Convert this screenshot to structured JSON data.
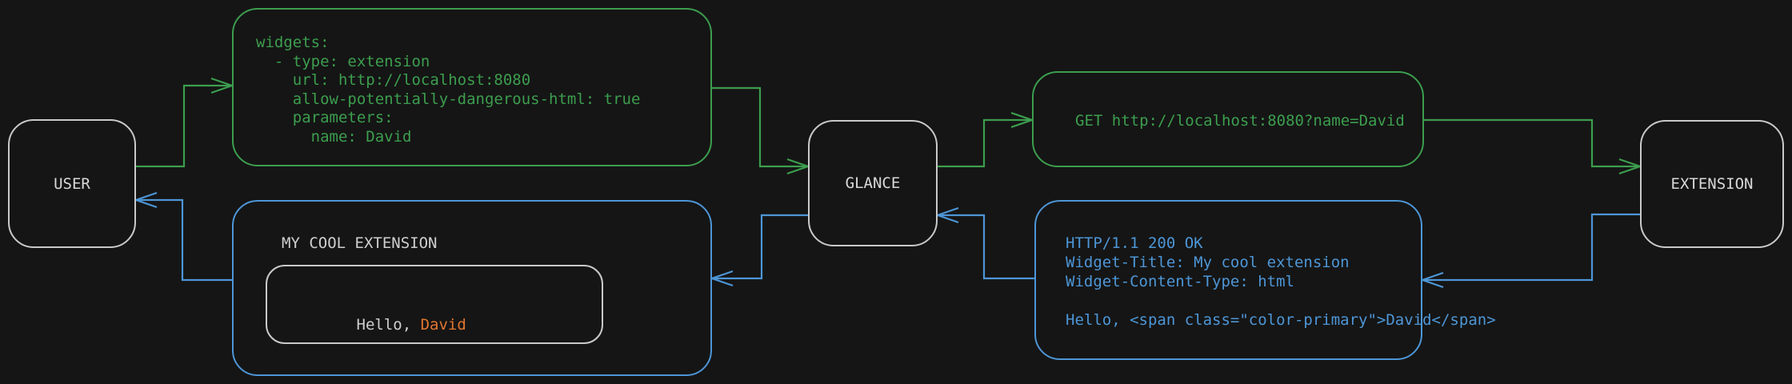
{
  "colors": {
    "background": "#151515",
    "flow_request_green": "#3c9e4e",
    "flow_response_blue": "#4d96d6",
    "node_border_gray": "#c9c9c9",
    "node_text_gray": "#d8d8d8",
    "highlight_orange": "#e2762e"
  },
  "nodes": {
    "user": {
      "label": "USER"
    },
    "glance": {
      "label": "GLANCE"
    },
    "extension": {
      "label": "EXTENSION"
    }
  },
  "config_box": {
    "code": "widgets:\n  - type: extension\n    url: http://localhost:8080\n    allow-potentially-dangerous-html: true\n    parameters:\n      name: David"
  },
  "request_box": {
    "text": "GET http://localhost:8080?name=David"
  },
  "response_box": {
    "code": "HTTP/1.1 200 OK\nWidget-Title: My cool extension\nWidget-Content-Type: html\n\nHello, <span class=\"color-primary\">David</span>"
  },
  "widget_box": {
    "title": "MY COOL EXTENSION",
    "greeting_prefix": "Hello, ",
    "greeting_name": "David"
  }
}
